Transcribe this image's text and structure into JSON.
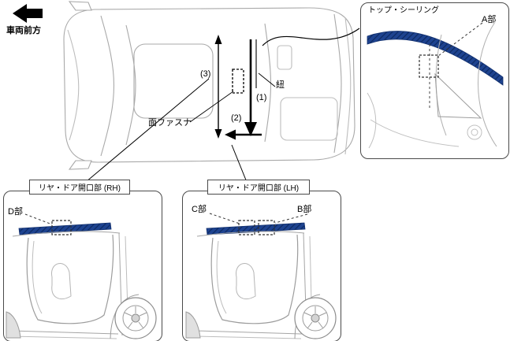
{
  "orientation": {
    "front_label": "車両前方"
  },
  "main_view": {
    "step1": "(1)",
    "step2": "(2)",
    "step3": "(3)",
    "cord_label": "紐",
    "fastener_label": "面ファスナ"
  },
  "callout_top_ceiling": {
    "title": "トップ・シーリング",
    "part_a": "A部"
  },
  "callout_rear_door_rh": {
    "title": "リヤ・ドア開口部 (RH)",
    "part_d": "D部"
  },
  "callout_rear_door_lh": {
    "title": "リヤ・ドア開口部 (LH)",
    "part_c": "C部",
    "part_b": "B部"
  },
  "colors": {
    "headliner_blue": "#1e4390",
    "line_gray": "#a9a9a9"
  }
}
